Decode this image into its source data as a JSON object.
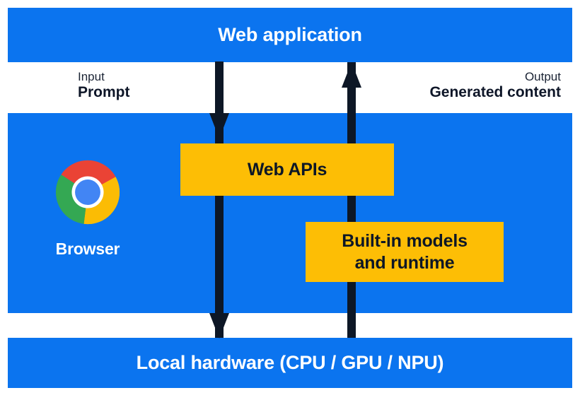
{
  "colors": {
    "blue": "#0b74ef",
    "amber": "#fdbe05",
    "ink": "#0d1726",
    "white": "#ffffff",
    "chrome_red": "#ea4335",
    "chrome_yellow": "#fbbc04",
    "chrome_green": "#34a853",
    "chrome_blue": "#4285f4"
  },
  "layers": {
    "top": {
      "title": "Web application"
    },
    "middle": {
      "browser": {
        "caption": "Browser",
        "icon": "chrome-logo-icon"
      },
      "boxes": [
        {
          "id": "web-apis",
          "label": "Web APIs"
        },
        {
          "id": "built-in-models",
          "label": "Built-in models\nand runtime",
          "line1": "Built-in models",
          "line2": "and runtime"
        }
      ]
    },
    "bottom": {
      "title": "Local hardware (CPU / GPU / NPU)"
    }
  },
  "flows": {
    "input": {
      "caption": "Input",
      "value": "Prompt",
      "direction": "down",
      "icon": "arrow-down-icon"
    },
    "output": {
      "caption": "Output",
      "value": "Generated content",
      "direction": "up",
      "icon": "arrow-up-icon"
    }
  }
}
